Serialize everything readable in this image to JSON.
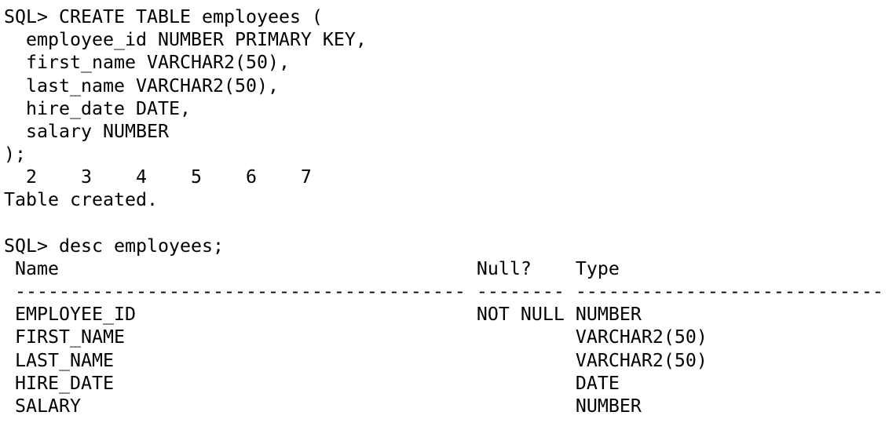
{
  "terminal": {
    "colors": {
      "background": "#ffffff",
      "text": "#000000"
    },
    "prompt": "SQL>",
    "commands": {
      "create_table": "CREATE TABLE employees ( employee_id NUMBER PRIMARY KEY, first_name VARCHAR2(50), last_name VARCHAR2(50), hire_date DATE, salary NUMBER );",
      "create_result": "Table created.",
      "describe": "desc employees;"
    },
    "describe_table": {
      "headers": [
        "Name",
        "Null?",
        "Type"
      ],
      "rows": [
        {
          "name": "EMPLOYEE_ID",
          "null": "NOT NULL",
          "type": "NUMBER"
        },
        {
          "name": "FIRST_NAME",
          "null": "",
          "type": "VARCHAR2(50)"
        },
        {
          "name": "LAST_NAME",
          "null": "",
          "type": "VARCHAR2(50)"
        },
        {
          "name": "HIRE_DATE",
          "null": "",
          "type": "DATE"
        },
        {
          "name": "SALARY",
          "null": "",
          "type": "NUMBER"
        }
      ]
    },
    "lines": [
      "SQL> CREATE TABLE employees (",
      "  employee_id NUMBER PRIMARY KEY,",
      "  first_name VARCHAR2(50),",
      "  last_name VARCHAR2(50),",
      "  hire_date DATE,",
      "  salary NUMBER",
      ");",
      "  2    3    4    5    6    7",
      "Table created.",
      "",
      "SQL> desc employees;",
      " Name                                      Null?    Type",
      " ----------------------------------------- -------- ----------------------------",
      " EMPLOYEE_ID                               NOT NULL NUMBER",
      " FIRST_NAME                                         VARCHAR2(50)",
      " LAST_NAME                                          VARCHAR2(50)",
      " HIRE_DATE                                          DATE",
      " SALARY                                             NUMBER"
    ]
  }
}
